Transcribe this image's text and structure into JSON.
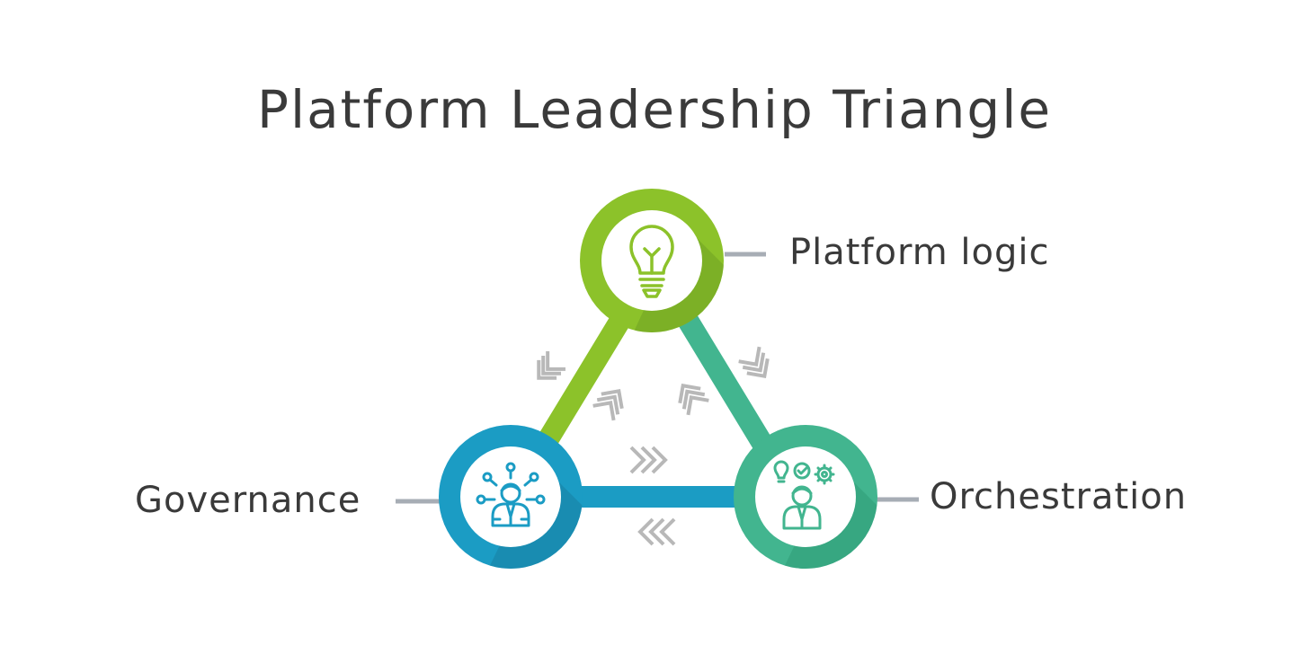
{
  "title": "Platform Leadership Triangle",
  "nodes": {
    "top": {
      "label": "Platform logic",
      "icon": "lightbulb-icon",
      "color": "#8cc22a"
    },
    "left": {
      "label": "Governance",
      "icon": "leader-network-icon",
      "color": "#1b9cc4"
    },
    "right": {
      "label": "Orchestration",
      "icon": "leader-ideas-icon",
      "color": "#42b58f"
    }
  },
  "colors": {
    "arrow": "#b8b8b8",
    "connector": "#a7adb5",
    "text": "#3a3a3a"
  }
}
